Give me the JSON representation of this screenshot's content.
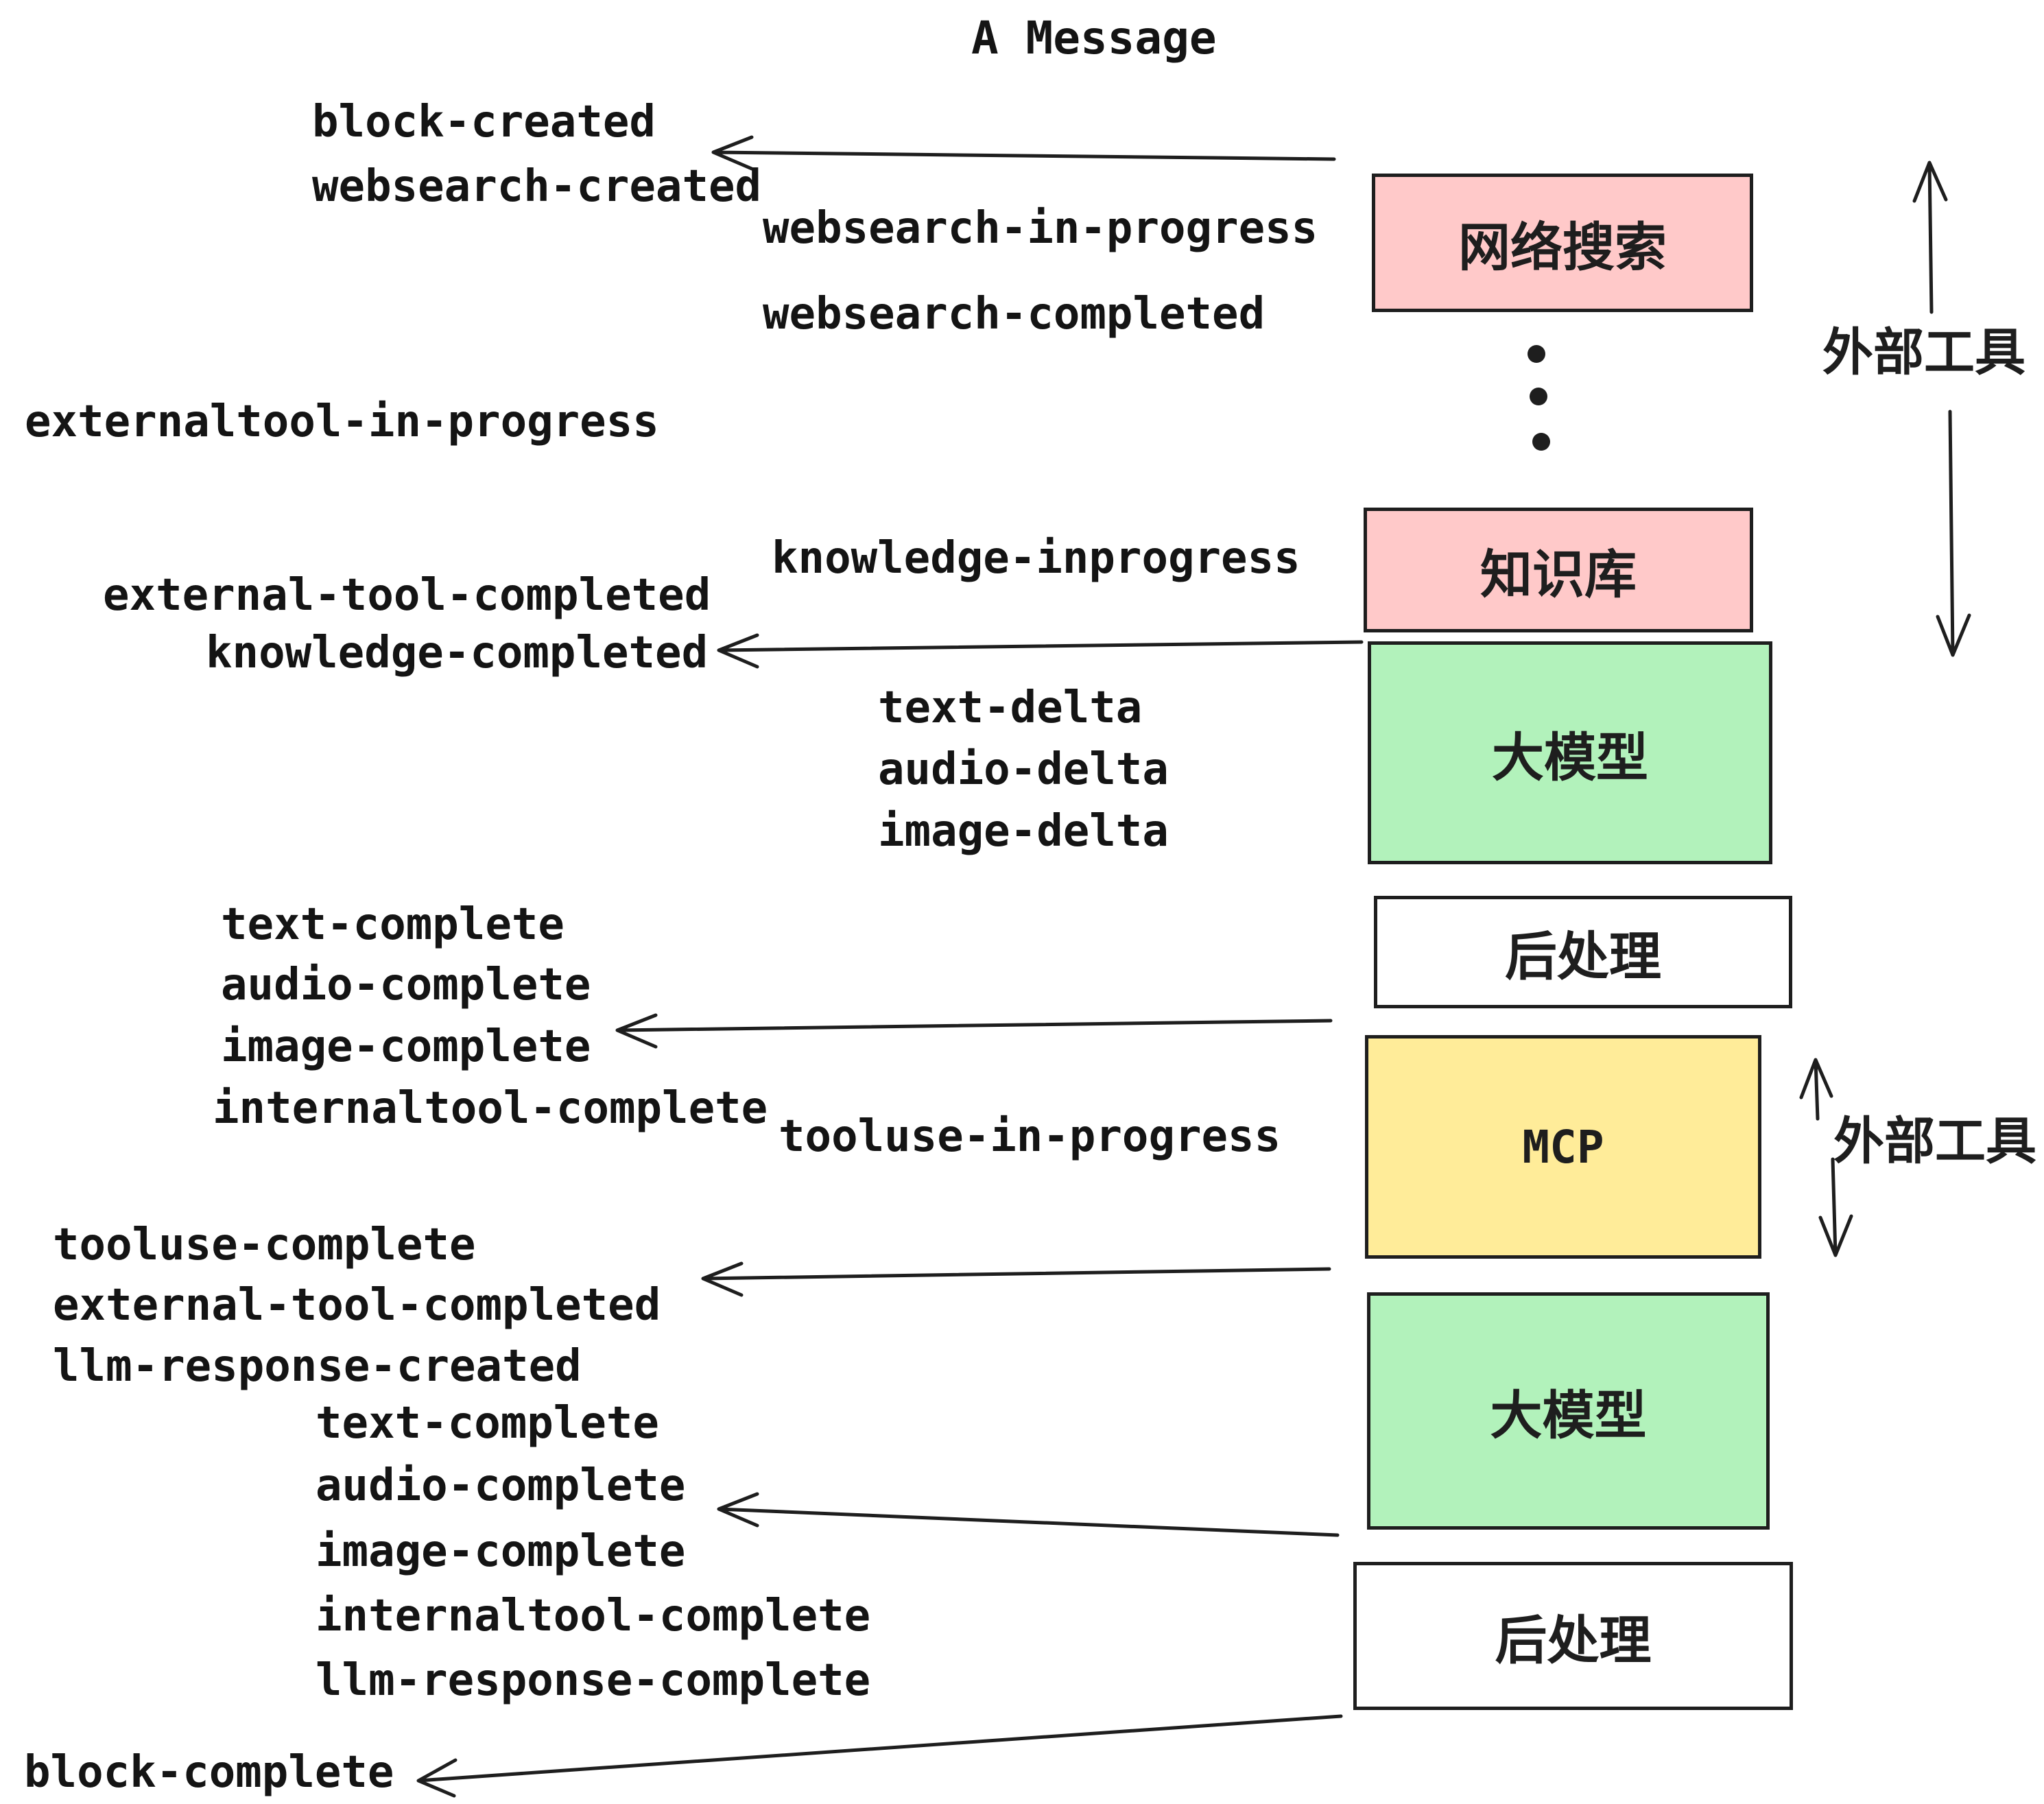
{
  "title": "A Message",
  "colors": {
    "box_pink": "#ffc9c9",
    "box_green": "#b2f2bb",
    "box_yellow": "#ffec99",
    "box_white": "#ffffff",
    "stroke": "#1e1e1e",
    "text": "#141414"
  },
  "boxes": [
    {
      "id": "websearch",
      "label": "网络搜索",
      "color": "#ffc9c9"
    },
    {
      "id": "knowledge",
      "label": "知识库",
      "color": "#ffc9c9"
    },
    {
      "id": "llm-1",
      "label": "大模型",
      "color": "#b2f2bb"
    },
    {
      "id": "post-1",
      "label": "后处理",
      "color": "#ffffff"
    },
    {
      "id": "mcp",
      "label": "MCP",
      "color": "#ffec99"
    },
    {
      "id": "llm-2",
      "label": "大模型",
      "color": "#b2f2bb"
    },
    {
      "id": "post-2",
      "label": "后处理",
      "color": "#ffffff"
    }
  ],
  "events": [
    {
      "text": "block-created"
    },
    {
      "text": "websearch-created"
    },
    {
      "text": "websearch-in-progress"
    },
    {
      "text": "websearch-completed"
    },
    {
      "text": "externaltool-in-progress"
    },
    {
      "text": "knowledge-inprogress"
    },
    {
      "text": "external-tool-completed"
    },
    {
      "text": "knowledge-completed"
    },
    {
      "text": "text-delta"
    },
    {
      "text": "audio-delta"
    },
    {
      "text": "image-delta"
    },
    {
      "text": "text-complete"
    },
    {
      "text": "audio-complete"
    },
    {
      "text": "image-complete"
    },
    {
      "text": "internaltool-complete"
    },
    {
      "text": "tooluse-in-progress"
    },
    {
      "text": "tooluse-complete"
    },
    {
      "text": "external-tool-completed"
    },
    {
      "text": "llm-response-created"
    },
    {
      "text": "text-complete"
    },
    {
      "text": "audio-complete"
    },
    {
      "text": "image-complete"
    },
    {
      "text": "internaltool-complete"
    },
    {
      "text": "llm-response-complete"
    },
    {
      "text": "block-complete"
    }
  ],
  "annotations": [
    {
      "text": "外部工具"
    },
    {
      "text": "外部工具"
    }
  ],
  "decorations": {
    "ellipsis_dot_count": 3
  }
}
